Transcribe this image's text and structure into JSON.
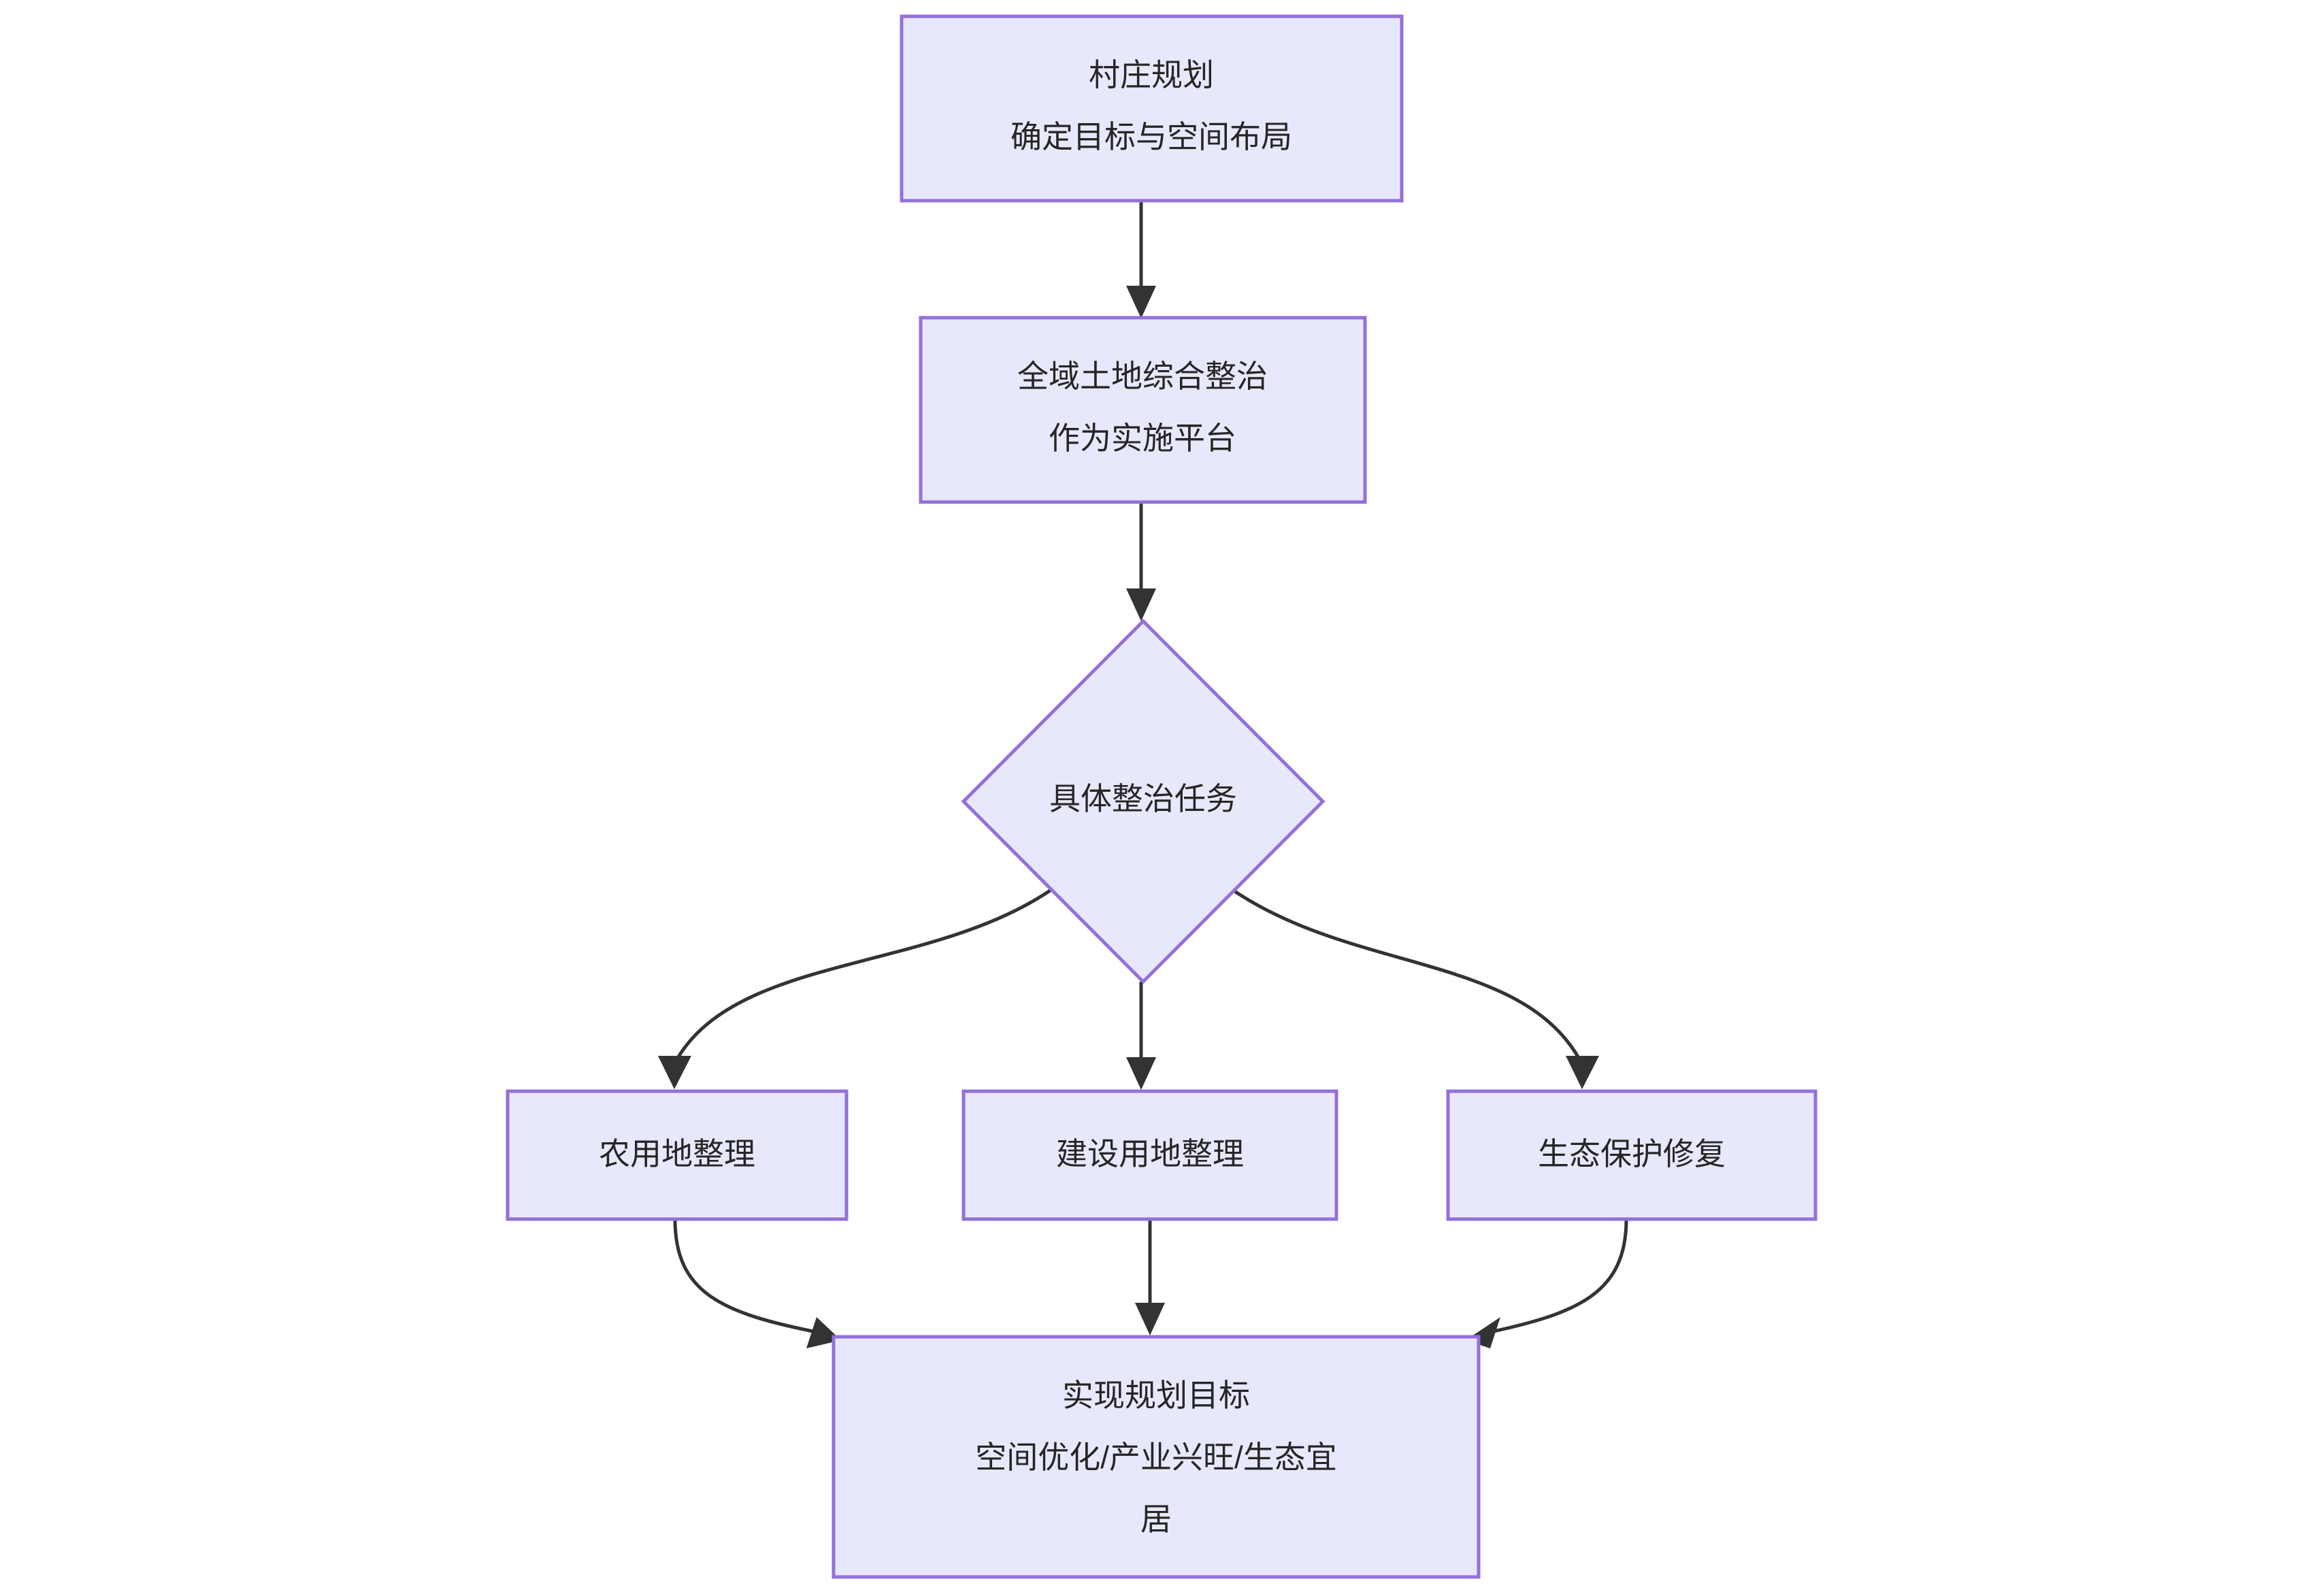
{
  "diagram": {
    "type": "flowchart",
    "orientation": "top-to-bottom",
    "background_color": "#ffffff",
    "node_fill_color": "#e8e8fc",
    "node_border_color": "#9370db",
    "edge_color": "#333333",
    "text_color": "#262626",
    "nodes": [
      {
        "id": "plan",
        "shape": "rectangle",
        "lines": [
          "村庄规划",
          "确定目标与空间布局"
        ]
      },
      {
        "id": "platform",
        "shape": "rectangle",
        "lines": [
          "全域土地综合整治",
          "作为实施平台"
        ]
      },
      {
        "id": "tasks",
        "shape": "diamond",
        "lines": [
          "具体整治任务"
        ]
      },
      {
        "id": "farmland",
        "shape": "rectangle",
        "lines": [
          "农用地整理"
        ]
      },
      {
        "id": "construction",
        "shape": "rectangle",
        "lines": [
          "建设用地整理"
        ]
      },
      {
        "id": "ecology",
        "shape": "rectangle",
        "lines": [
          "生态保护修复"
        ]
      },
      {
        "id": "goal",
        "shape": "rectangle",
        "lines": [
          "实现规划目标",
          "空间优化/产业兴旺/生态宜",
          "居"
        ]
      }
    ],
    "edges": [
      {
        "from": "plan",
        "to": "platform",
        "label": ""
      },
      {
        "from": "platform",
        "to": "tasks",
        "label": ""
      },
      {
        "from": "tasks",
        "to": "farmland",
        "label": ""
      },
      {
        "from": "tasks",
        "to": "construction",
        "label": ""
      },
      {
        "from": "tasks",
        "to": "ecology",
        "label": ""
      },
      {
        "from": "farmland",
        "to": "goal",
        "label": ""
      },
      {
        "from": "construction",
        "to": "goal",
        "label": ""
      },
      {
        "from": "ecology",
        "to": "goal",
        "label": ""
      }
    ]
  }
}
